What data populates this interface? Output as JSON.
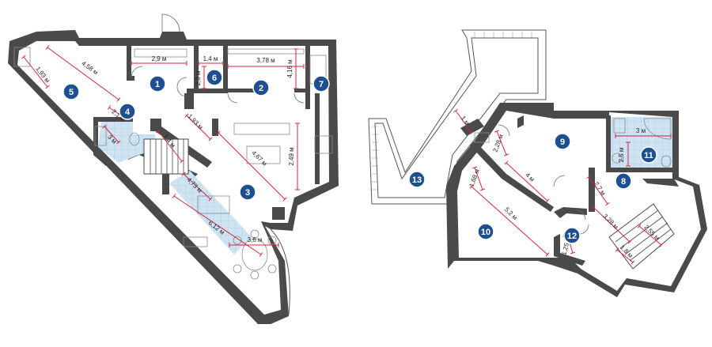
{
  "plan": {
    "left_floor": {
      "rooms": [
        {
          "id": "room-1",
          "number": "1"
        },
        {
          "id": "room-2",
          "number": "2"
        },
        {
          "id": "room-3",
          "number": "3"
        },
        {
          "id": "room-4",
          "number": "4"
        },
        {
          "id": "room-5",
          "number": "5"
        },
        {
          "id": "room-6",
          "number": "6"
        },
        {
          "id": "room-7",
          "number": "7"
        }
      ],
      "dimensions": [
        "1,93 м",
        "4,58 м",
        "2,9 м",
        "1,4 м",
        "3,78 м",
        "2,3 м",
        "4,16 м",
        "1,93 м",
        "2,1 м",
        "3 м",
        "1,4 м",
        "4,67 м",
        "2,49 м",
        "4,73 м",
        "6,12 м",
        "3,6 м"
      ]
    },
    "right_floor": {
      "rooms": [
        {
          "id": "room-8",
          "number": "8"
        },
        {
          "id": "room-9",
          "number": "9"
        },
        {
          "id": "room-10",
          "number": "10"
        },
        {
          "id": "room-11",
          "number": "11"
        },
        {
          "id": "room-12",
          "number": "12"
        },
        {
          "id": "room-13",
          "number": "13"
        }
      ],
      "dimensions": [
        "1 м",
        "2,28 м",
        "4 м",
        "1,68 м",
        "5,2 м",
        "3 м",
        "2,5 м",
        "2,7 м",
        "3,28 м",
        "1,25 м",
        "1,8 м",
        "2,55 м"
      ]
    },
    "colors": {
      "wall": "#4a4a4a",
      "badge": "#1d4f91",
      "dimension": "#d7263d",
      "tile": "#cfe4f3"
    }
  }
}
